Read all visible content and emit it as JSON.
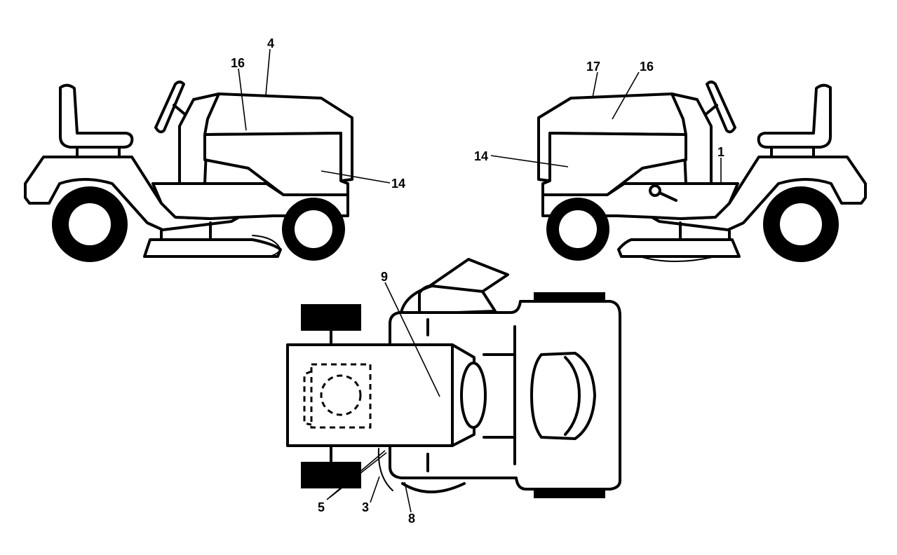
{
  "callouts": {
    "left_view": [
      "4",
      "16",
      "14"
    ],
    "right_view": [
      "17",
      "16",
      "14",
      "1"
    ],
    "top_view": [
      "9",
      "5",
      "3",
      "8"
    ]
  }
}
